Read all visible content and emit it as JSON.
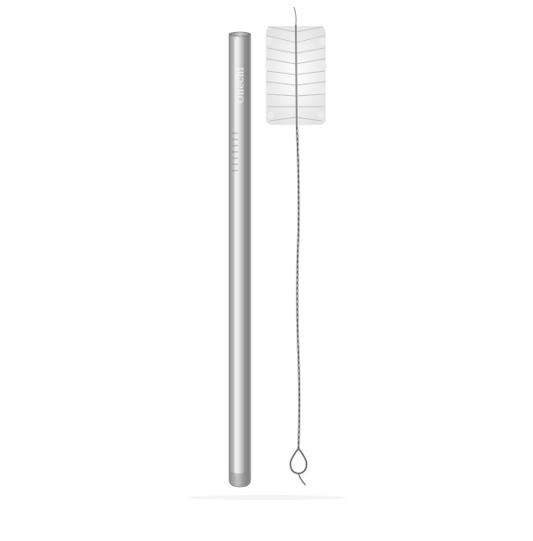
{
  "photo": {
    "subject_items": [
      {
        "id": "straw",
        "icon": "stainless-straw"
      },
      {
        "id": "brush",
        "icon": "cleaning-brush"
      }
    ],
    "straw_engraving": "Onechi",
    "background_color": "#ffffff",
    "straw_color": "#9c9c9c",
    "bristle_color": "#f2f2f2",
    "wire_color": "#777777"
  }
}
